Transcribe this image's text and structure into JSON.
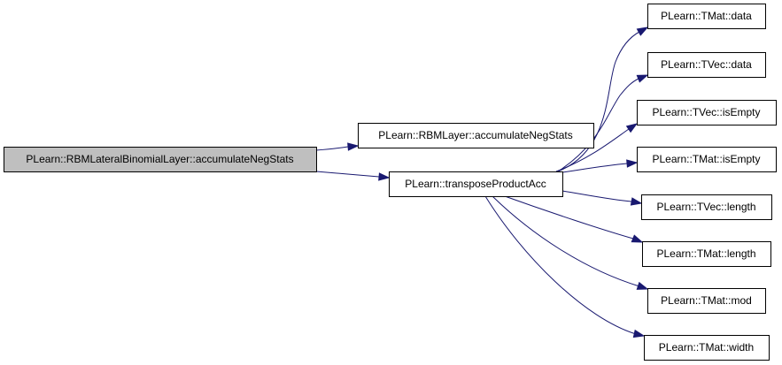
{
  "diagram": {
    "colors": {
      "root_fill": "#bfbfbf",
      "node_fill": "#ffffff",
      "border": "#000000",
      "edge": "#191970"
    },
    "nodes": [
      {
        "id": "root",
        "label": "PLearn::RBMLateralBinomialLayer::accumulateNegStats"
      },
      {
        "id": "rbmlayer",
        "label": "PLearn::RBMLayer::accumulateNegStats"
      },
      {
        "id": "tpa",
        "label": "PLearn::transposeProductAcc"
      },
      {
        "id": "tmat_data",
        "label": "PLearn::TMat::data"
      },
      {
        "id": "tvec_data",
        "label": "PLearn::TVec::data"
      },
      {
        "id": "tvec_isempty",
        "label": "PLearn::TVec::isEmpty"
      },
      {
        "id": "tmat_isempty",
        "label": "PLearn::TMat::isEmpty"
      },
      {
        "id": "tvec_length",
        "label": "PLearn::TVec::length"
      },
      {
        "id": "tmat_length",
        "label": "PLearn::TMat::length"
      },
      {
        "id": "tmat_mod",
        "label": "PLearn::TMat::mod"
      },
      {
        "id": "tmat_width",
        "label": "PLearn::TMat::width"
      }
    ],
    "edges": [
      {
        "from": "root",
        "to": "rbmlayer"
      },
      {
        "from": "root",
        "to": "tpa"
      },
      {
        "from": "tpa",
        "to": "tmat_data"
      },
      {
        "from": "tpa",
        "to": "tvec_data"
      },
      {
        "from": "tpa",
        "to": "tvec_isempty"
      },
      {
        "from": "tpa",
        "to": "tmat_isempty"
      },
      {
        "from": "tpa",
        "to": "tvec_length"
      },
      {
        "from": "tpa",
        "to": "tmat_length"
      },
      {
        "from": "tpa",
        "to": "tmat_mod"
      },
      {
        "from": "tpa",
        "to": "tmat_width"
      }
    ]
  }
}
